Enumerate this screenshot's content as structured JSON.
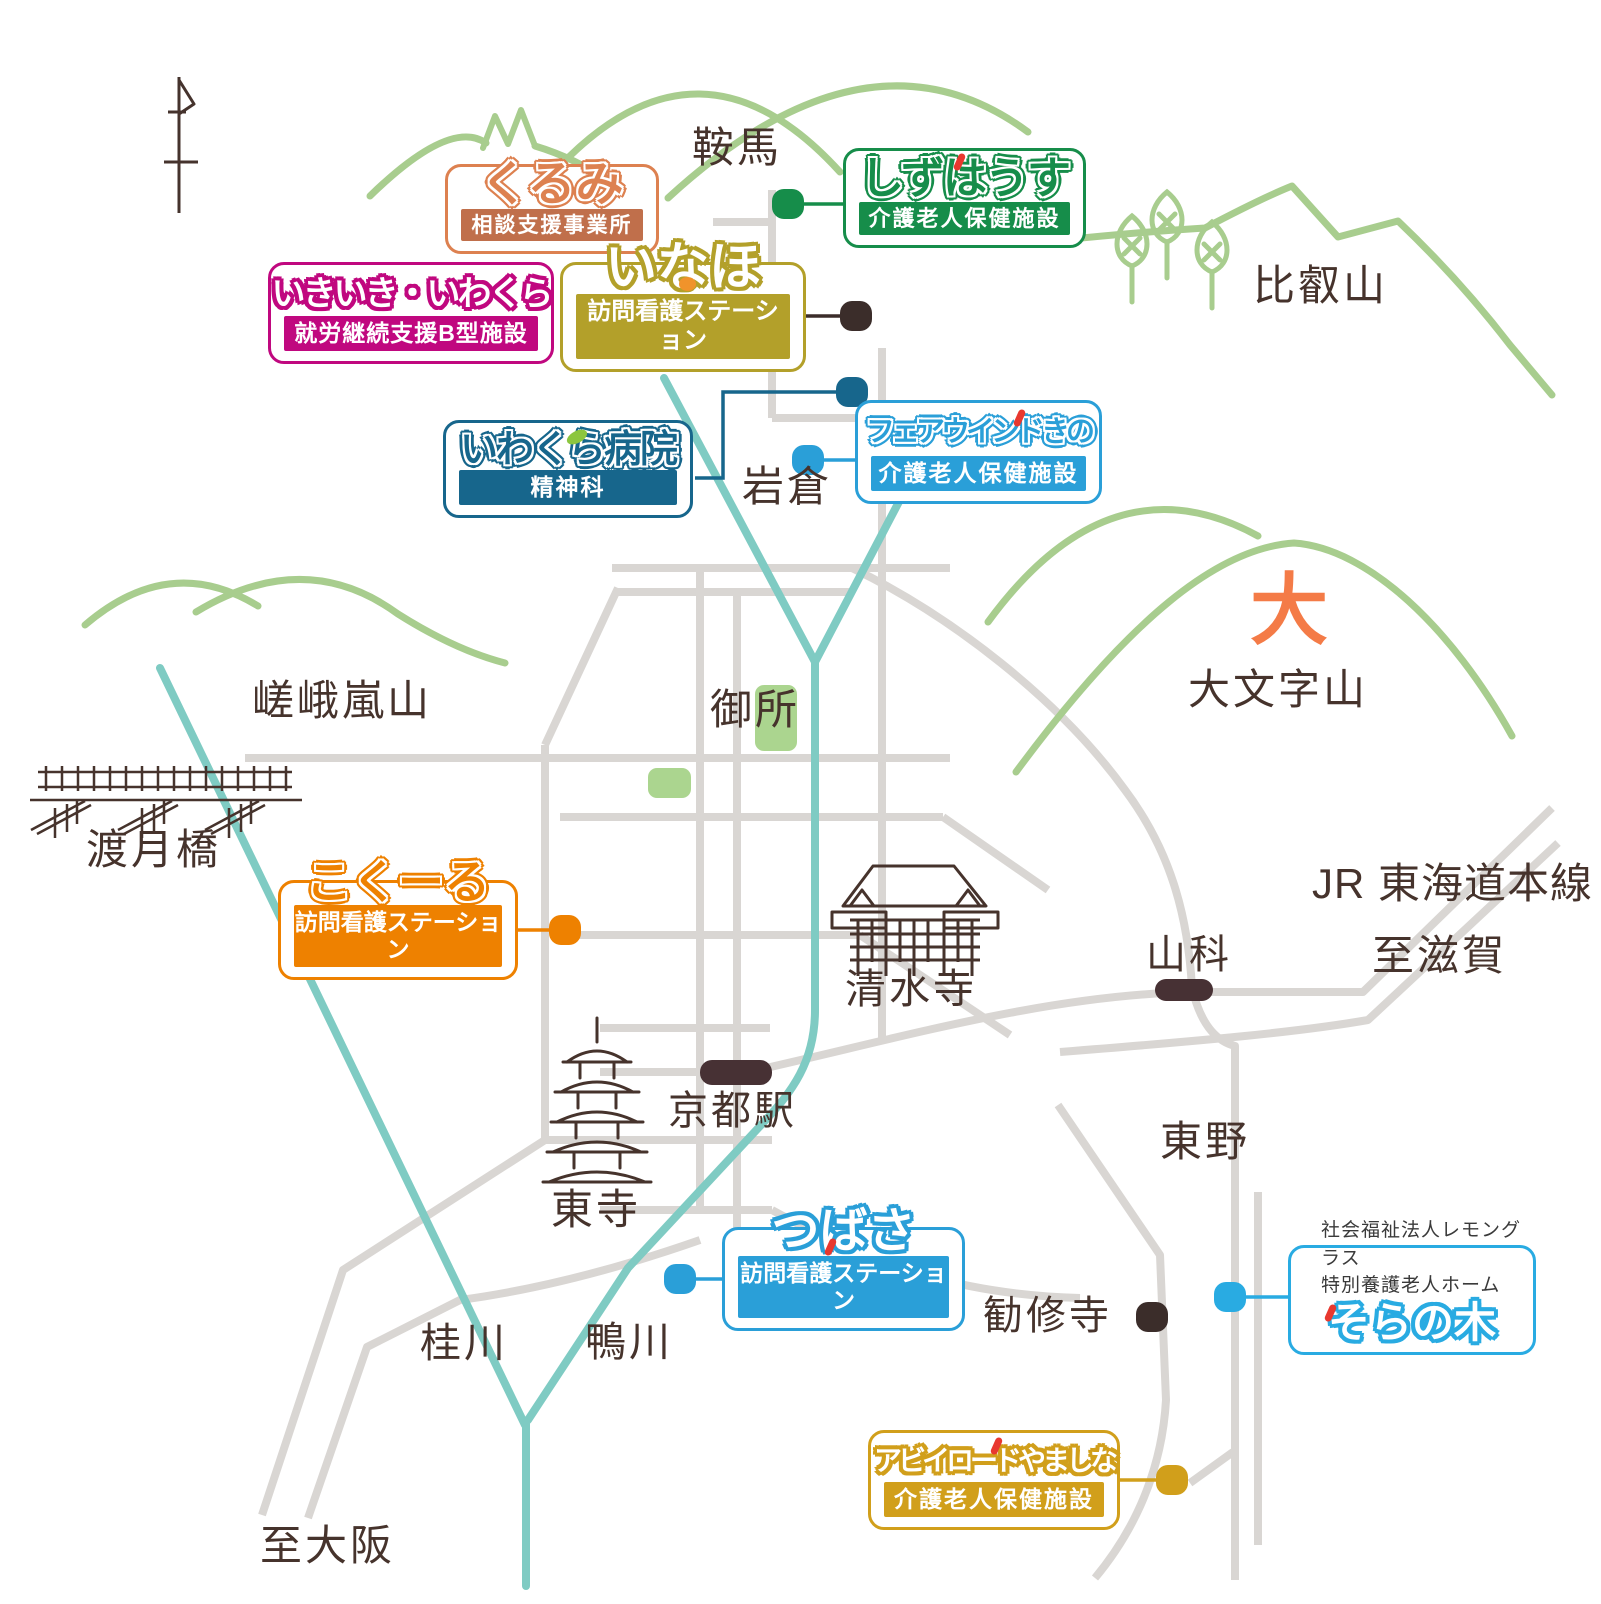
{
  "landmarks": {
    "kurama": "鞍馬",
    "hieizan": "比叡山",
    "iwakura": "岩倉",
    "dai": "大",
    "daimonjiyama": "大文字山",
    "saga_arashiyama": "嵯峨嵐山",
    "togetsukyo": "渡月橋",
    "gosho": "御所",
    "kiyomizudera": "清水寺",
    "kyoto_station": "京都駅",
    "toji": "東寺",
    "katsuragawa": "桂川",
    "kamogawa": "鴨川",
    "to_osaka": "至大阪",
    "jr_tokaido_line": "JR 東海道本線",
    "to_shiga": "至滋賀",
    "yamashina": "山科",
    "higashino": "東野",
    "kanshuji": "勧修寺"
  },
  "badges": [
    {
      "id": "kurumi",
      "title": "くるみ",
      "subtitle": "相談支援事業所",
      "color": "#dd8150",
      "banner_color": "#c06f4b"
    },
    {
      "id": "shizuhausu",
      "title": "しずはうす",
      "subtitle": "介護老人保健施設",
      "color": "#168d4a"
    },
    {
      "id": "ikiiki_iwakura",
      "title": "いきいき・いわくら",
      "subtitle": "就労継続支援B型施設",
      "color": "#c0087f"
    },
    {
      "id": "inaho",
      "title": "いなほ",
      "subtitle": "訪問看護ステーション",
      "color": "#b3a02a"
    },
    {
      "id": "iwakura_hospital",
      "title": "いわくら病院",
      "subtitle": "精神科",
      "color": "#17668c"
    },
    {
      "id": "fairwind_kino",
      "title": "フェアウインドきの",
      "subtitle": "介護老人保健施設",
      "color": "#2a9fd8"
    },
    {
      "id": "cocoru",
      "title": "こくーる",
      "subtitle": "訪問看護ステーション",
      "color": "#ee8100"
    },
    {
      "id": "tsubasa",
      "title": "つばさ",
      "subtitle": "訪問看護ステーション",
      "color": "#2a9fd8"
    },
    {
      "id": "soranoki",
      "title": "そらの木",
      "org_line1": "社会福祉法人レモングラス",
      "org_line2": "特別養護老人ホーム",
      "color": "#29abe2"
    },
    {
      "id": "abbeyroad_yamashina",
      "title": "アビイロードやましな",
      "subtitle": "介護老人保健施設",
      "color": "#d19f1b"
    }
  ],
  "colors": {
    "road": "#d9d6d3",
    "river": "#7fcbc3",
    "mountain": "#a8cd8e",
    "park": "#abd58f",
    "label_text": "#46332c",
    "station_marker": "#473134",
    "dai_accent": "#f47b47",
    "dot_dark": "#3b2d2a"
  }
}
